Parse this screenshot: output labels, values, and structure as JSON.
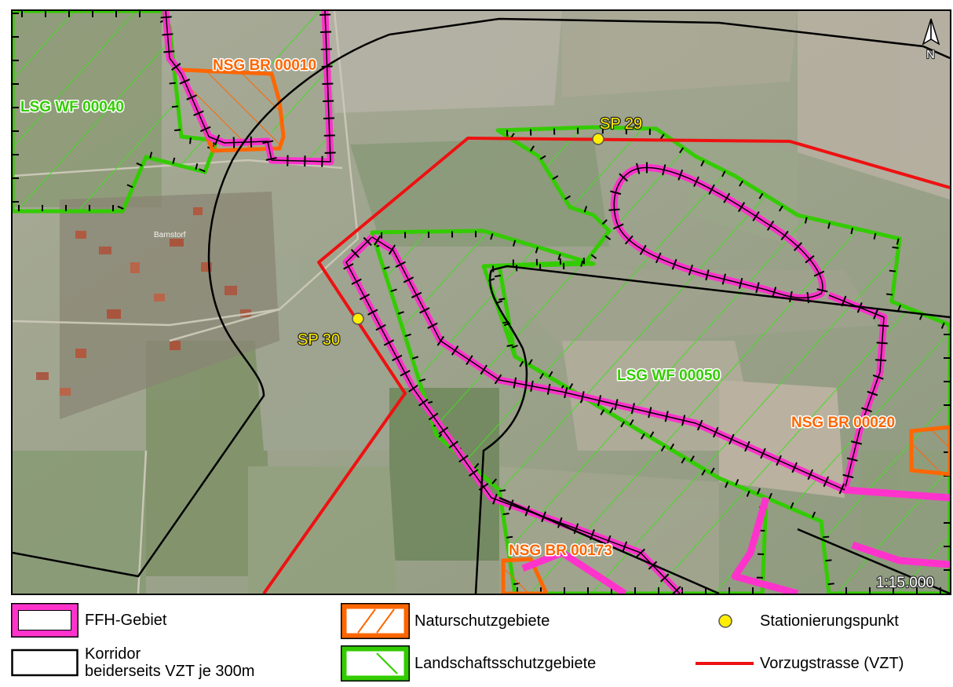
{
  "map": {
    "scale": "1:15.000",
    "north_label": "N",
    "labels": {
      "nsg_br_00010": "NSG BR 00010",
      "lsg_wf_00040": "LSG WF 00040",
      "sp_29": "SP 29",
      "sp_30": "SP 30",
      "lsg_wf_00050": "LSG WF 00050",
      "nsg_br_00020": "NSG BR 00020",
      "nsg_br_00173": "NSG BR 00173",
      "town": "Barnstorf"
    }
  },
  "legend": {
    "ffh": "FFH-Gebiet",
    "korridor_line1": "Korridor",
    "korridor_line2": "beiderseits VZT je 300m",
    "nsg": "Naturschutzgebiete",
    "lsg": "Landschaftsschutzgebiete",
    "station": "Stationierungspunkt",
    "vzt": "Vorzugstrasse (VZT)"
  },
  "colors": {
    "ffh": "#ff33cc",
    "nsg": "#ff6600",
    "lsg": "#33cc00",
    "vzt": "#ee1111",
    "station": "#ffee00",
    "korridor": "#000000"
  }
}
